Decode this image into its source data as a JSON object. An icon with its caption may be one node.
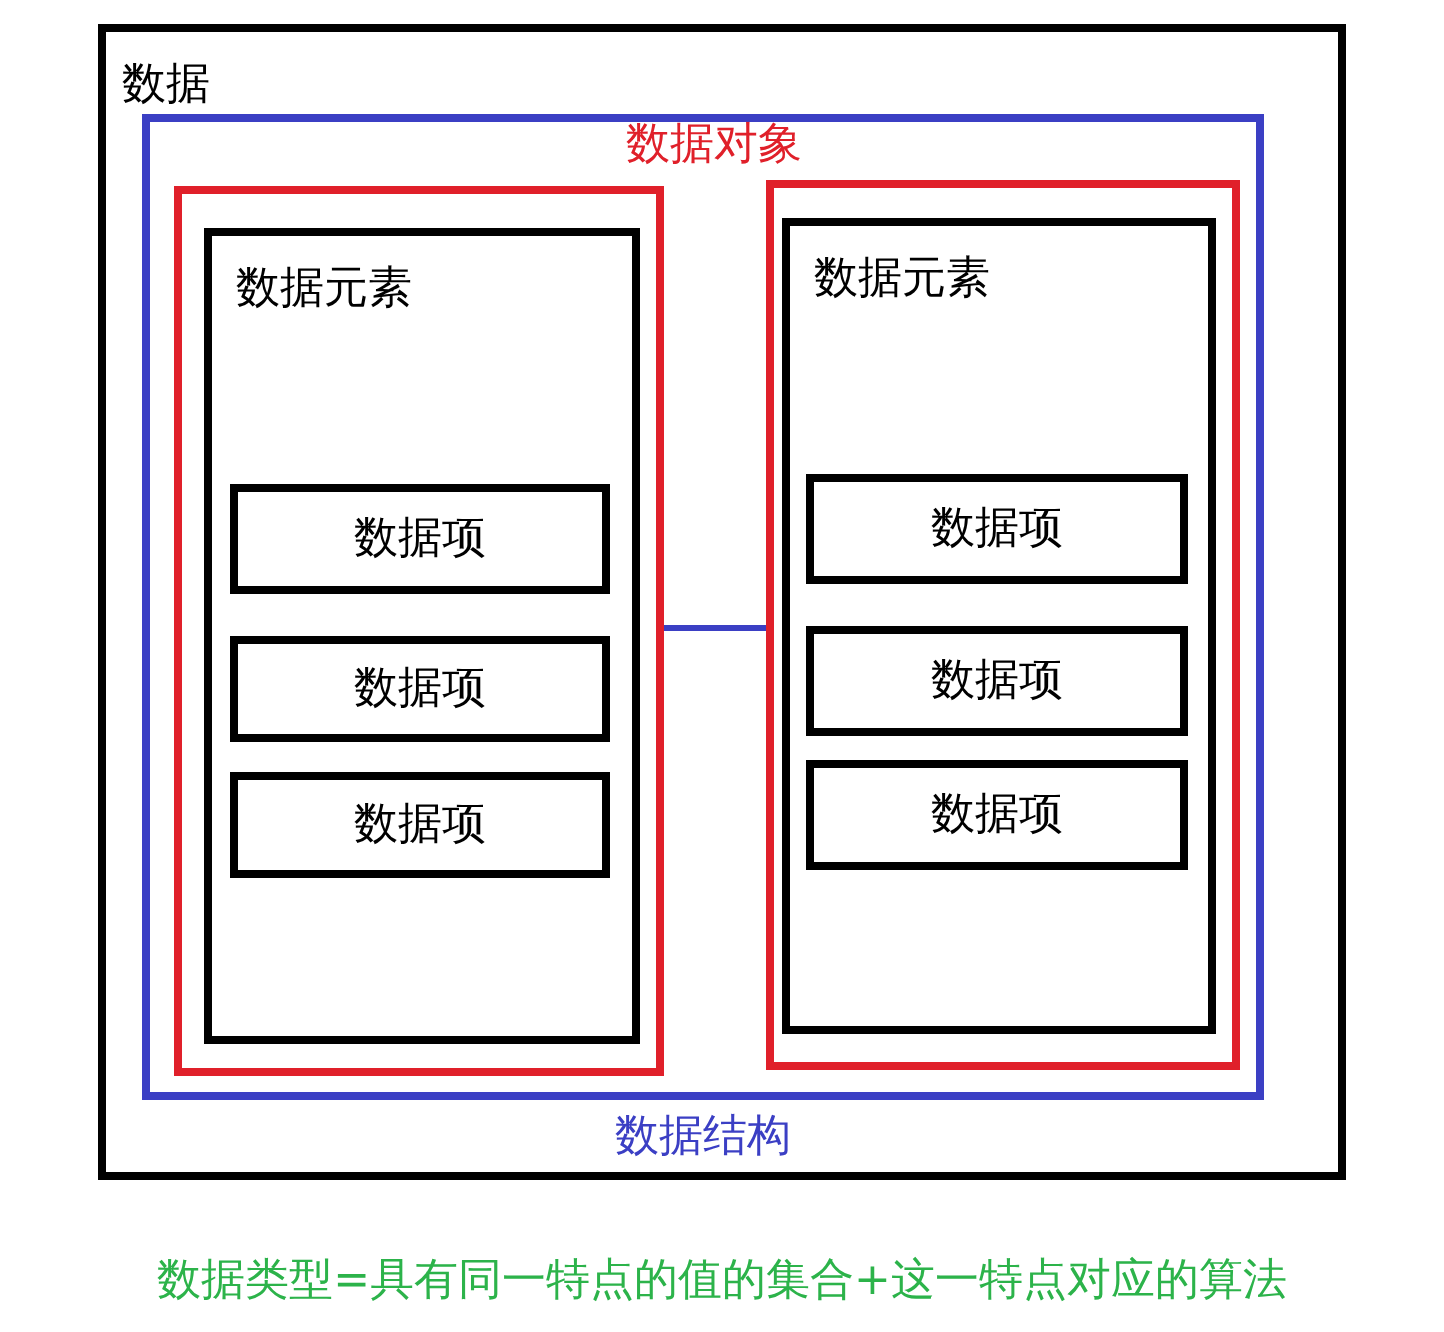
{
  "diagram": {
    "caption": "数据类型=具有同一特点的值的集合+这一特点对应的算法",
    "nodes": [
      {
        "text": [
          "数据"
        ]
      },
      {
        "text": [
          "数据结构"
        ],
        "in": 0
      },
      {
        "text": [],
        "shape": "box",
        "in": 1
      },
      {
        "text": [
          "数据元素"
        ],
        "in": 2
      },
      {
        "text": [
          "数据项"
        ],
        "in": 3
      },
      {
        "text": [
          "数据项"
        ],
        "in": 3
      },
      {
        "text": [
          "数据项"
        ],
        "in": 3
      },
      {
        "text": [],
        "shape": "box",
        "in": 1
      },
      {
        "text": [
          "数据元素"
        ],
        "in": 7
      },
      {
        "text": [
          "数据项"
        ],
        "in": 8
      },
      {
        "text": [
          "数据项"
        ],
        "in": 8
      },
      {
        "text": [
          "数据项"
        ],
        "in": 8
      }
    ],
    "edges": [
      {
        "from": 2,
        "to": 7,
        "arrow": "none"
      }
    ],
    "labels": [
      "数据对象"
    ]
  }
}
